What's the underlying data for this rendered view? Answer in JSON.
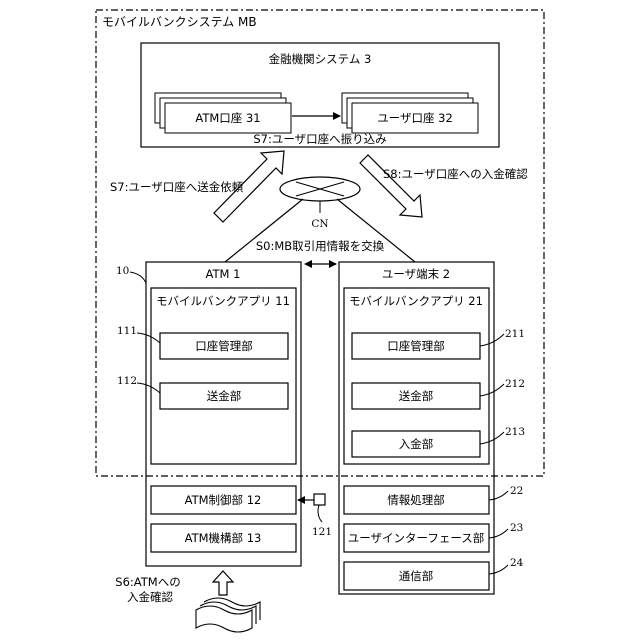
{
  "system": {
    "label": "モバイルバンクシステム MB"
  },
  "bank": {
    "label": "金融機関システム 3",
    "atm_account": "ATM口座 31",
    "user_account": "ユーザ口座 32"
  },
  "steps": {
    "s7_transfer": "S7:ユーザ口座へ振り込み",
    "s7_request": "S7:ユーザ口座へ送金依頼",
    "s8_confirm": "S8:ユーザ口座への入金確認",
    "s0_exchange": "S0:MB取引用情報を交換",
    "s6_line1": "S6:ATMへの",
    "s6_line2": "入金確認"
  },
  "network": {
    "label": "CN"
  },
  "atm": {
    "ref": "10",
    "label": "ATM 1",
    "app_label": "モバイルバンクアプリ 11",
    "account_mgmt": "口座管理部",
    "account_mgmt_ref": "111",
    "remit": "送金部",
    "remit_ref": "112",
    "control": "ATM制御部 12",
    "mechanism": "ATM機構部 13",
    "sensor_ref": "121"
  },
  "user_terminal": {
    "label": "ユーザ端末 2",
    "app_label": "モバイルバンクアプリ 21",
    "account_mgmt": "口座管理部",
    "account_mgmt_ref": "211",
    "remit": "送金部",
    "remit_ref": "212",
    "deposit": "入金部",
    "deposit_ref": "213",
    "info_processing": "情報処理部",
    "info_processing_ref": "22",
    "user_interface": "ユーザインターフェース部",
    "user_interface_ref": "23",
    "communication": "通信部",
    "communication_ref": "24"
  }
}
